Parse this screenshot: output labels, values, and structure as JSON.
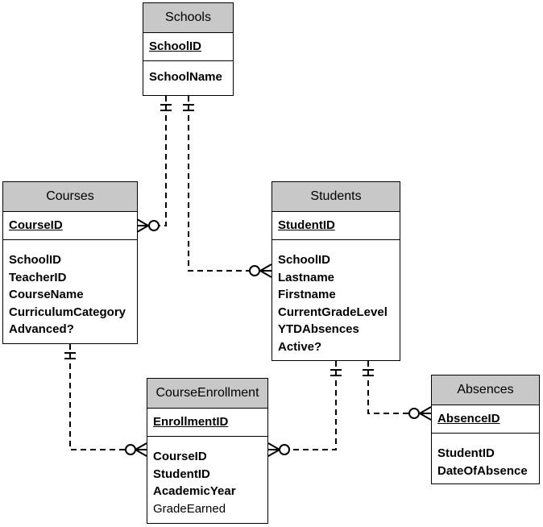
{
  "entities": {
    "schools": {
      "name": "Schools",
      "primary_key": "SchoolID",
      "attributes": [
        {
          "text": "SchoolName",
          "bold": true
        }
      ]
    },
    "courses": {
      "name": "Courses",
      "primary_key": "CourseID",
      "attributes": [
        {
          "text": "SchoolID",
          "bold": true
        },
        {
          "text": "TeacherID",
          "bold": true
        },
        {
          "text": "CourseName",
          "bold": true
        },
        {
          "text": "CurriculumCategory",
          "bold": true
        },
        {
          "text": "Advanced?",
          "bold": true
        }
      ]
    },
    "students": {
      "name": "Students",
      "primary_key": "StudentID",
      "attributes": [
        {
          "text": "SchoolID",
          "bold": true
        },
        {
          "text": "Lastname",
          "bold": true
        },
        {
          "text": "Firstname",
          "bold": true
        },
        {
          "text": "CurrentGradeLevel",
          "bold": true
        },
        {
          "text": "YTDAbsences",
          "bold": true
        },
        {
          "text": "Active?",
          "bold": true
        }
      ]
    },
    "course_enrollment": {
      "name": "CourseEnrollment",
      "primary_key": "EnrollmentID",
      "attributes": [
        {
          "text": "CourseID",
          "bold": true
        },
        {
          "text": "StudentID",
          "bold": true
        },
        {
          "text": "AcademicYear",
          "bold": true
        },
        {
          "text": "GradeEarned",
          "bold": false
        }
      ]
    },
    "absences": {
      "name": "Absences",
      "primary_key": "AbsenceID",
      "attributes": [
        {
          "text": "StudentID",
          "bold": true
        },
        {
          "text": "DateOfAbsence",
          "bold": true
        }
      ]
    }
  },
  "relationships": [
    {
      "from": "Schools",
      "to": "Courses",
      "from_end": "one-and-only-one",
      "to_end": "zero-or-many"
    },
    {
      "from": "Schools",
      "to": "Students",
      "from_end": "one-and-only-one",
      "to_end": "zero-or-many"
    },
    {
      "from": "Courses",
      "to": "CourseEnrollment",
      "from_end": "one-and-only-one",
      "to_end": "zero-or-many"
    },
    {
      "from": "Students",
      "to": "CourseEnrollment",
      "from_end": "one-and-only-one",
      "to_end": "zero-or-many"
    },
    {
      "from": "Students",
      "to": "Absences",
      "from_end": "one-and-only-one",
      "to_end": "zero-or-many"
    }
  ],
  "colors": {
    "header_fill": "#c8c8c8",
    "border": "#000000",
    "background": "#ffffff"
  }
}
